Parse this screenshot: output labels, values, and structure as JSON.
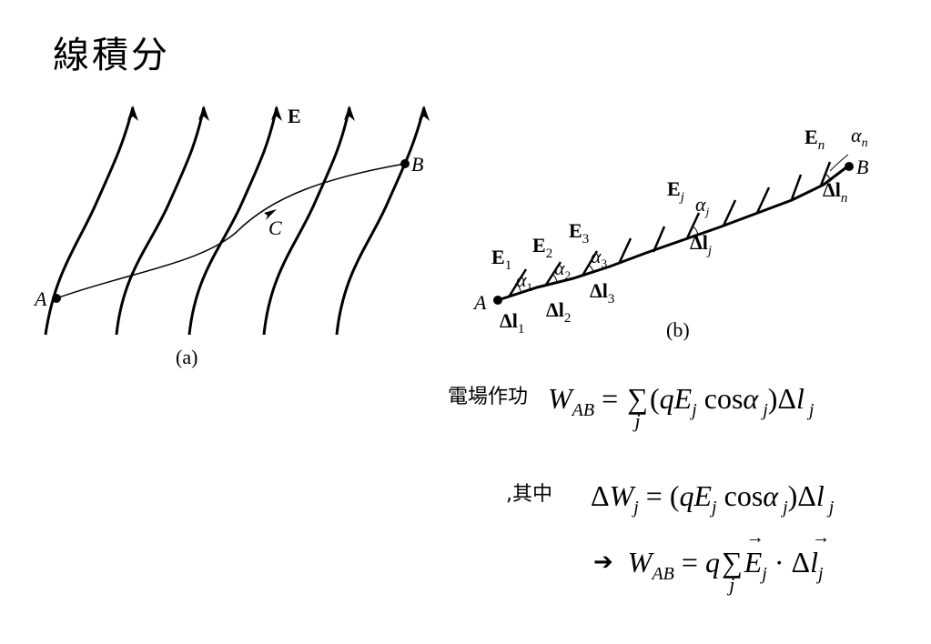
{
  "title": "線積分",
  "fig_a": {
    "caption": "(a)",
    "label_A": "A",
    "label_B": "B",
    "label_C": "C",
    "label_E": "E"
  },
  "fig_b": {
    "caption": "(b)",
    "label_A": "A",
    "label_B": "B",
    "E1": "E",
    "E1_sub": "1",
    "E2": "E",
    "E2_sub": "2",
    "E3": "E",
    "E3_sub": "3",
    "Ej": "E",
    "Ej_sub": "j",
    "En": "E",
    "En_sub": "n",
    "alpha": "α",
    "a1_sub": "1",
    "a2_sub": "2",
    "a3_sub": "3",
    "aj_sub": "j",
    "an_sub": "n",
    "dl": "Δl",
    "dl1_sub": "1",
    "dl2_sub": "2",
    "dl3_sub": "3",
    "dlj_sub": "j",
    "dln_sub": "n"
  },
  "equations": {
    "label1": "電場作功",
    "label2": ",其中",
    "arrow": "➔"
  }
}
